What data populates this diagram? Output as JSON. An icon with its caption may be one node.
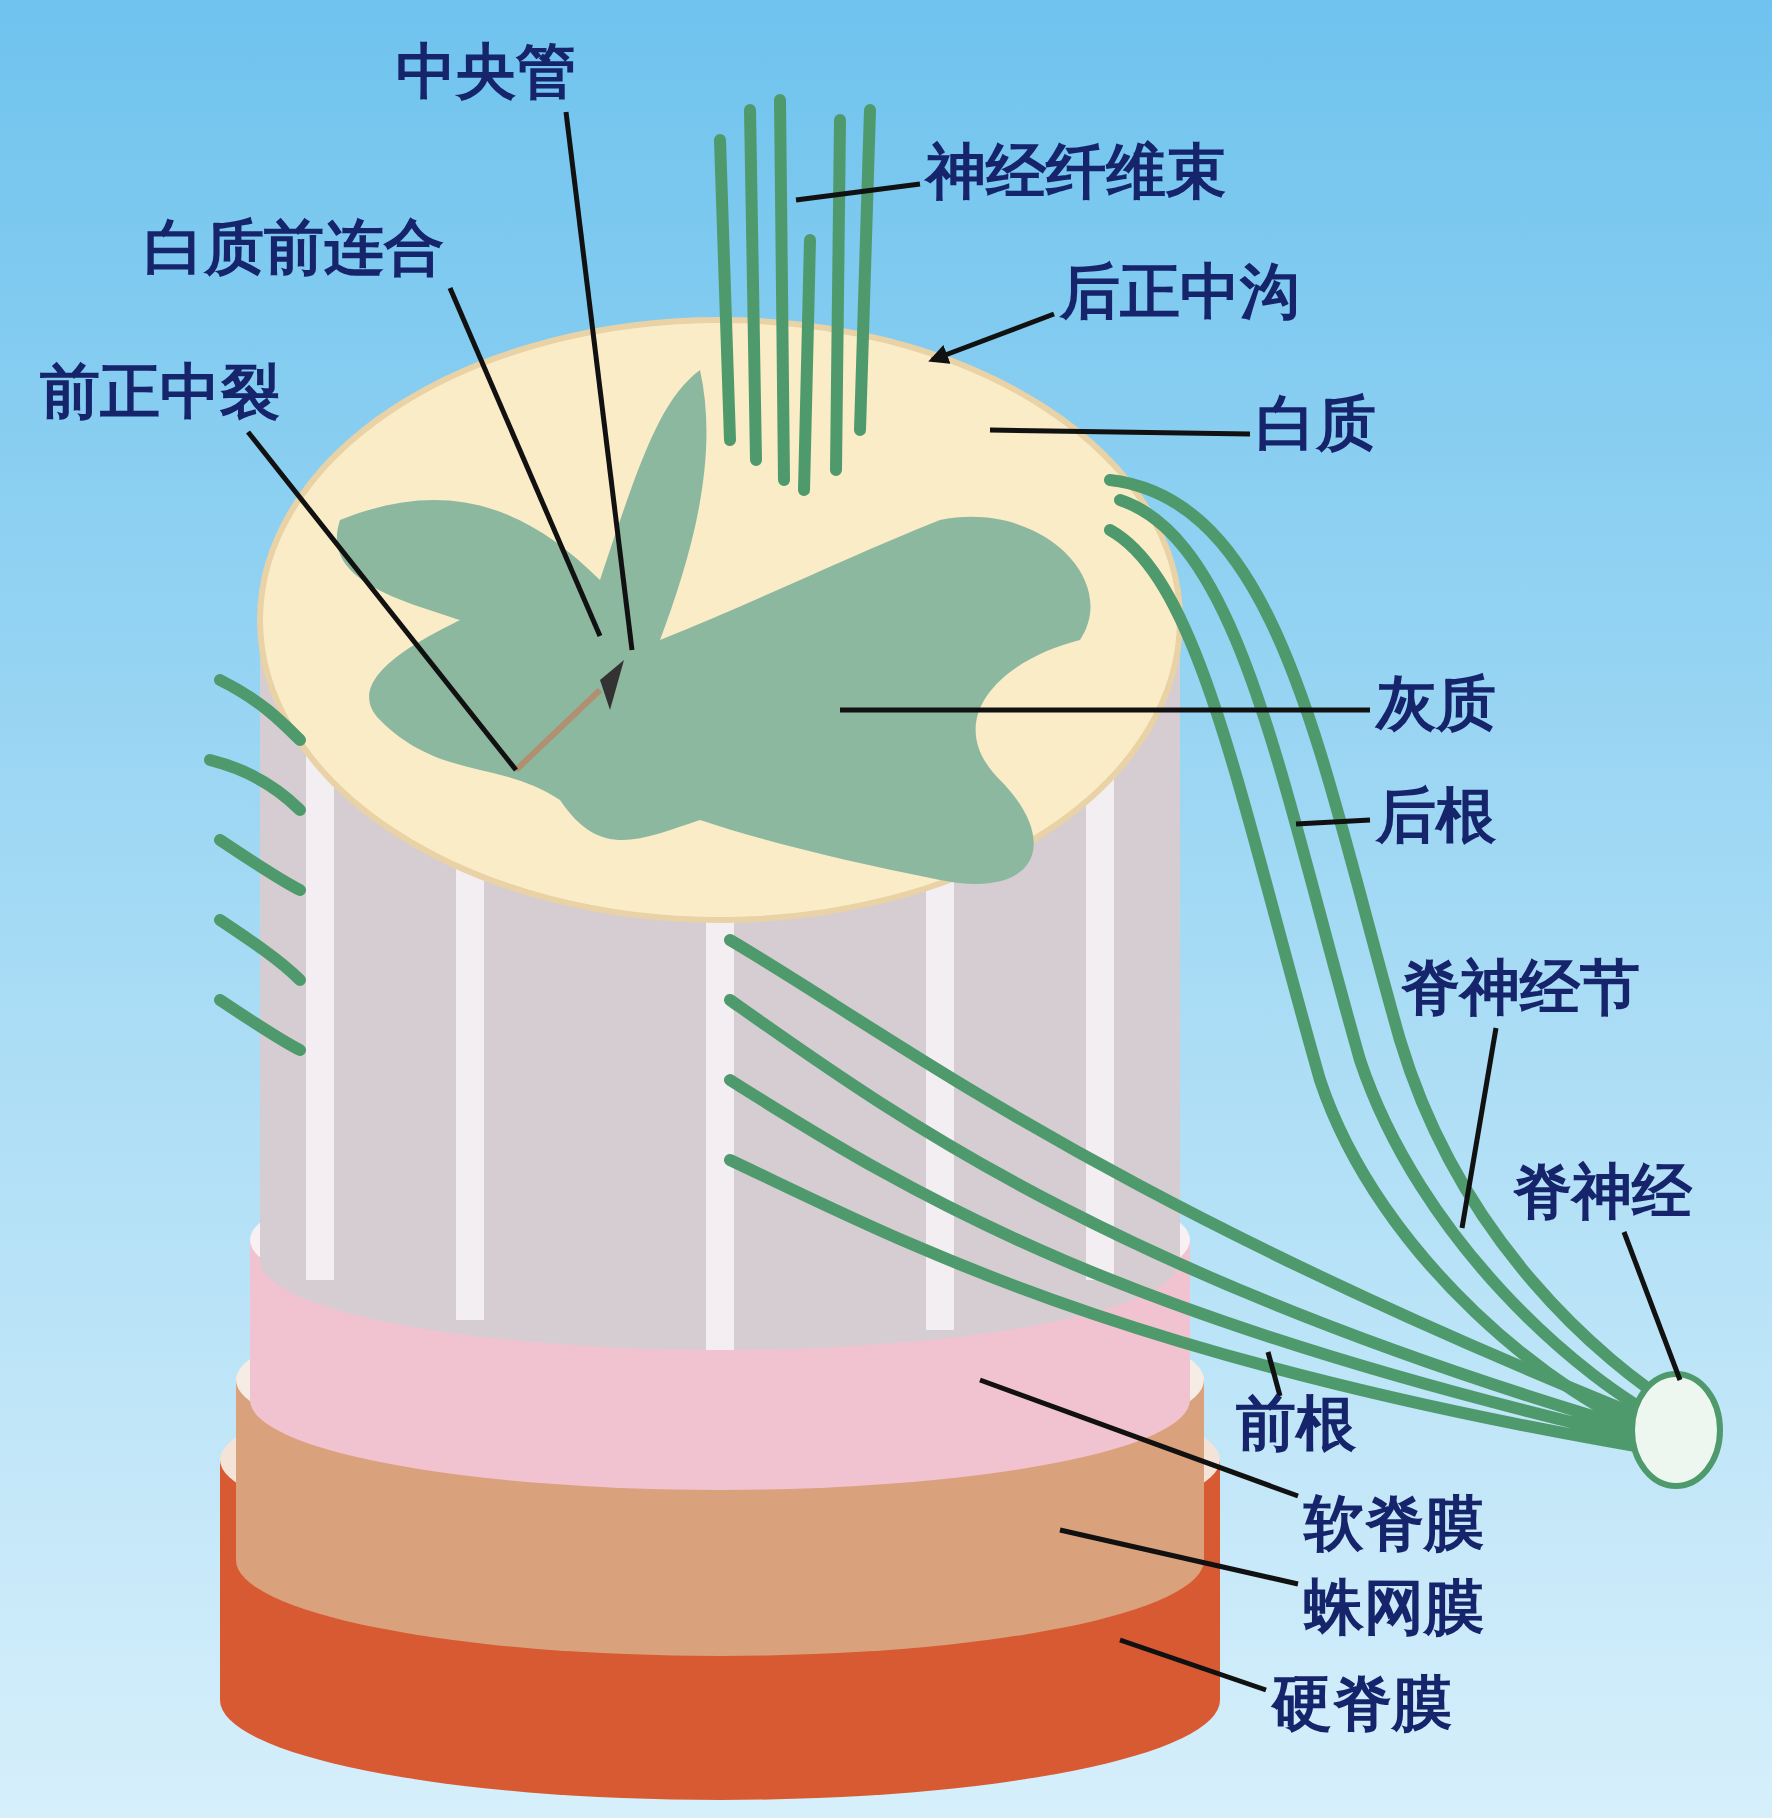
{
  "diagram": {
    "nodes": [
      {
        "text": [
          "中央管"
        ]
      },
      {
        "text": [
          "神经纤维束"
        ]
      },
      {
        "text": [
          "白质前连合"
        ]
      },
      {
        "text": [
          "后正中沟"
        ]
      },
      {
        "text": [
          "前正中裂"
        ]
      },
      {
        "text": [
          "白质"
        ]
      },
      {
        "text": [
          "灰质"
        ]
      },
      {
        "text": [
          "后根"
        ]
      },
      {
        "text": [
          "脊神经节"
        ]
      },
      {
        "text": [
          "脊神经"
        ]
      },
      {
        "text": [
          "前根"
        ]
      },
      {
        "text": [
          "软脊膜"
        ]
      },
      {
        "text": [
          "蛛网膜"
        ]
      },
      {
        "text": [
          "硬脊膜"
        ]
      }
    ],
    "edges": [
      {
        "from": 0,
        "to": null,
        "arrow": "none"
      },
      {
        "from": 1,
        "to": null,
        "arrow": "none"
      },
      {
        "from": 2,
        "to": null,
        "arrow": "none"
      },
      {
        "from": 3,
        "to": null,
        "arrow": "to"
      },
      {
        "from": 4,
        "to": null,
        "arrow": "none"
      },
      {
        "from": 5,
        "to": null,
        "arrow": "none"
      },
      {
        "from": 6,
        "to": null,
        "arrow": "none"
      },
      {
        "from": 7,
        "to": null,
        "arrow": "none"
      },
      {
        "from": 8,
        "to": null,
        "arrow": "none"
      },
      {
        "from": 9,
        "to": null,
        "arrow": "none"
      },
      {
        "from": 10,
        "to": null,
        "arrow": "none"
      },
      {
        "from": 11,
        "to": null,
        "arrow": "none"
      },
      {
        "from": 12,
        "to": null,
        "arrow": "none"
      },
      {
        "from": 13,
        "to": null,
        "arrow": "none"
      }
    ]
  }
}
